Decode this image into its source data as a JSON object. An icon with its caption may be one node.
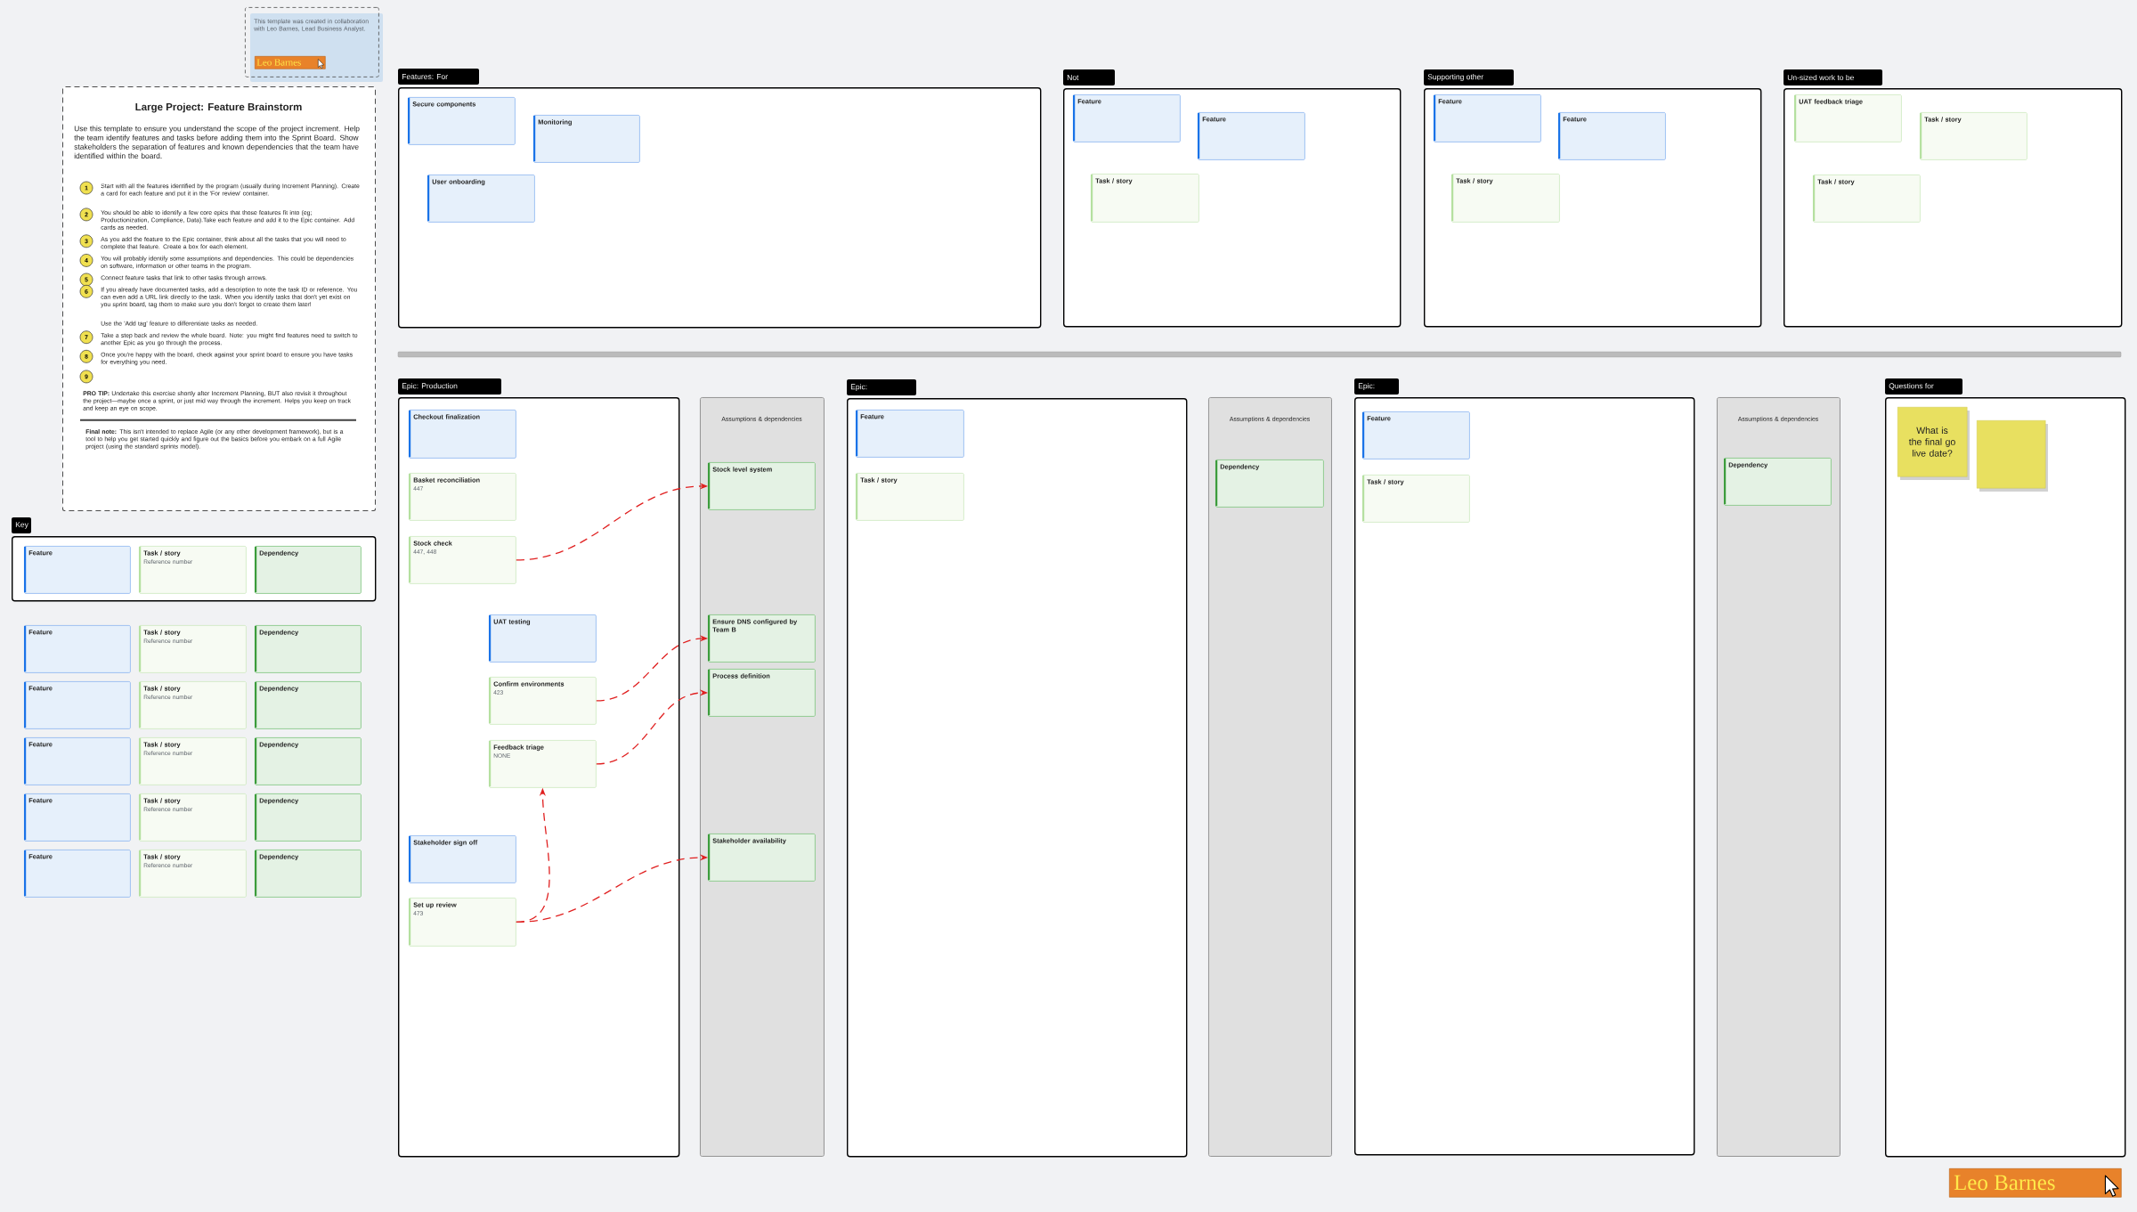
{
  "diagram": {
    "nodes": [
      {
        "text": [
          "This template was created in collaboration with Leo Barnes, Lead Business Analyst."
        ]
      },
      {
        "text": [
          "Leo Barnes"
        ],
        "in": 0
      },
      {
        "text": [
          "Large Project: Feature Brainstorm",
          "Use this template to ensure you understand the scope of the project increment. Help the team identify features and tasks before adding them into the Sprint Board. Show stakeholders the separation of features and known dependencies that the team have identified within the board."
        ]
      },
      {
        "text": [
          "1"
        ],
        "in": 2
      },
      {
        "text": [
          "2"
        ],
        "in": 2
      },
      {
        "text": [
          "3"
        ],
        "in": 2
      },
      {
        "text": [
          "4"
        ],
        "in": 2
      },
      {
        "text": [
          "5"
        ],
        "in": 2
      },
      {
        "text": [
          "6"
        ],
        "in": 2
      },
      {
        "text": [
          "7"
        ],
        "in": 2
      },
      {
        "text": [
          "8"
        ],
        "in": 2
      },
      {
        "text": [
          "9"
        ],
        "in": 2
      },
      {
        "text": [
          "Features: For"
        ]
      },
      {
        "text": [
          "Secure components"
        ],
        "in": 12
      },
      {
        "text": [
          "Monitoring"
        ],
        "in": 12
      },
      {
        "text": [
          "User onboarding"
        ],
        "in": 12
      },
      {
        "text": [
          "Not"
        ]
      },
      {
        "text": [
          "Feature"
        ],
        "in": 16
      },
      {
        "text": [
          "Feature"
        ],
        "in": 16
      },
      {
        "text": [
          "Task / story"
        ],
        "in": 16
      },
      {
        "text": [
          "Supporting other"
        ]
      },
      {
        "text": [
          "Feature"
        ],
        "in": 20
      },
      {
        "text": [
          "Feature"
        ],
        "in": 20
      },
      {
        "text": [
          "Task / story"
        ],
        "in": 20
      },
      {
        "text": [
          "Un-sized work to be"
        ]
      },
      {
        "text": [
          "UAT feedback triage"
        ],
        "in": 24
      },
      {
        "text": [
          "Task / story"
        ],
        "in": 24
      },
      {
        "text": [
          "Task / story"
        ],
        "in": 24
      },
      {
        "text": [
          "Key"
        ]
      },
      {
        "text": [
          "Feature"
        ],
        "in": 28
      },
      {
        "text": [
          "Task / story",
          "Reference number"
        ],
        "in": 28
      },
      {
        "text": [
          "Dependency"
        ],
        "in": 28
      },
      {
        "text": [
          "Feature"
        ]
      },
      {
        "text": [
          "Task / story",
          "Reference number"
        ]
      },
      {
        "text": [
          "Dependency"
        ]
      },
      {
        "text": [
          "Feature"
        ]
      },
      {
        "text": [
          "Task / story",
          "Reference number"
        ]
      },
      {
        "text": [
          "Dependency"
        ]
      },
      {
        "text": [
          "Feature"
        ]
      },
      {
        "text": [
          "Task / story",
          "Reference number"
        ]
      },
      {
        "text": [
          "Dependency"
        ]
      },
      {
        "text": [
          "Feature"
        ]
      },
      {
        "text": [
          "Task / story",
          "Reference number"
        ]
      },
      {
        "text": [
          "Dependency"
        ]
      },
      {
        "text": [
          "Feature"
        ]
      },
      {
        "text": [
          "Task / story",
          "Reference number"
        ]
      },
      {
        "text": [
          "Dependency"
        ]
      },
      {
        "text": [
          "Epic: Production"
        ]
      },
      {
        "text": [
          "Checkout finalization"
        ],
        "in": 47
      },
      {
        "text": [
          "Basket reconciliation",
          "447"
        ],
        "in": 47
      },
      {
        "text": [
          "Stock check",
          "447, 448"
        ],
        "in": 47
      },
      {
        "text": [
          "UAT testing"
        ],
        "in": 47
      },
      {
        "text": [
          "Confirm environments",
          "423"
        ],
        "in": 47
      },
      {
        "text": [
          "Feedback triage",
          "NONE"
        ],
        "in": 47
      },
      {
        "text": [
          "Stakeholder sign off"
        ],
        "in": 47
      },
      {
        "text": [
          "Set up review",
          "473"
        ],
        "in": 47
      },
      {
        "text": [
          "Assumptions & dependencies"
        ]
      },
      {
        "text": [
          "Stock level system"
        ],
        "in": 56
      },
      {
        "text": [
          "Ensure DNS configured by Team B"
        ],
        "in": 56
      },
      {
        "text": [
          "Process definition"
        ],
        "in": 56
      },
      {
        "text": [
          "Stakeholder availability"
        ],
        "in": 56
      },
      {
        "text": [
          "Epic:"
        ]
      },
      {
        "text": [
          "Feature"
        ],
        "in": 61
      },
      {
        "text": [
          "Task / story"
        ],
        "in": 61
      },
      {
        "text": [
          "Assumptions & dependencies"
        ]
      },
      {
        "text": [
          "Dependency"
        ],
        "in": 64
      },
      {
        "text": [
          "Epic:"
        ]
      },
      {
        "text": [
          "Feature"
        ],
        "in": 66
      },
      {
        "text": [
          "Task / story"
        ],
        "in": 66
      },
      {
        "text": [
          "Assumptions & dependencies"
        ]
      },
      {
        "text": [
          "Dependency"
        ],
        "in": 69
      },
      {
        "text": [
          "Questions for"
        ]
      },
      {
        "text": [
          "What is the final go live date?"
        ],
        "in": 71
      },
      {
        "text": [],
        "shape": "box",
        "in": 71
      },
      {
        "text": [
          "Leo Barnes"
        ]
      }
    ],
    "edges": [
      {
        "from": 50,
        "to": 57,
        "arrow": "to",
        "style": "dashed"
      },
      {
        "from": 52,
        "to": 58,
        "arrow": "to",
        "style": "dashed"
      },
      {
        "from": 53,
        "to": 59,
        "arrow": "to",
        "style": "dashed"
      },
      {
        "from": 55,
        "to": 53,
        "arrow": "to",
        "style": "dashed"
      },
      {
        "from": 55,
        "to": 60,
        "arrow": "to",
        "style": "dashed"
      }
    ],
    "labels": [
      "Start with all the features identified by the program (usually during Increment Planning). Create a card for each feature and put it in the 'For review' container.",
      "You should be able to identify a few core epics that those features fit into (eg; Productionization, Compliance, Data).Take each feature and add it to the Epic container. Add cards as needed.",
      "As you add the feature to the Epic container, think about all the tasks that you will need to complete that feature. Create a box for each element.",
      "You will probably identify some assumptions and dependencies. This could be dependencies on software, information or other teams in the program.",
      "Connect feature tasks that link to other tasks through arrows.",
      "If you already have documented tasks, add a description to note the task ID or reference. You can even add a URL link directly to the task. When you identify tasks that don't yet exist on you sprint board, tag them to make sure you don't forget to create them later!",
      "Use the 'Add tag' feature to differentiate tasks as needed.",
      "Take a step back and review the whole board. Note: you might find features need to switch to another Epic as you go through the process.",
      "Once you're happy with the board, check against your sprint board to ensure you have tasks for everything you need.",
      "**PRO TIP:** Undertake this exercise shortly after Increment Planning, BUT also revisit it throughout the project—maybe once a sprint, or just mid way through the increment. Helps you keep on track and keep an eye on scope.",
      "**Final note:** This isn't intended to replace Agile (or any other development framework), but is a tool to help you get started quickly and figure out the basics before you embark on a full Agile project (using the standard sprints model)."
    ]
  }
}
